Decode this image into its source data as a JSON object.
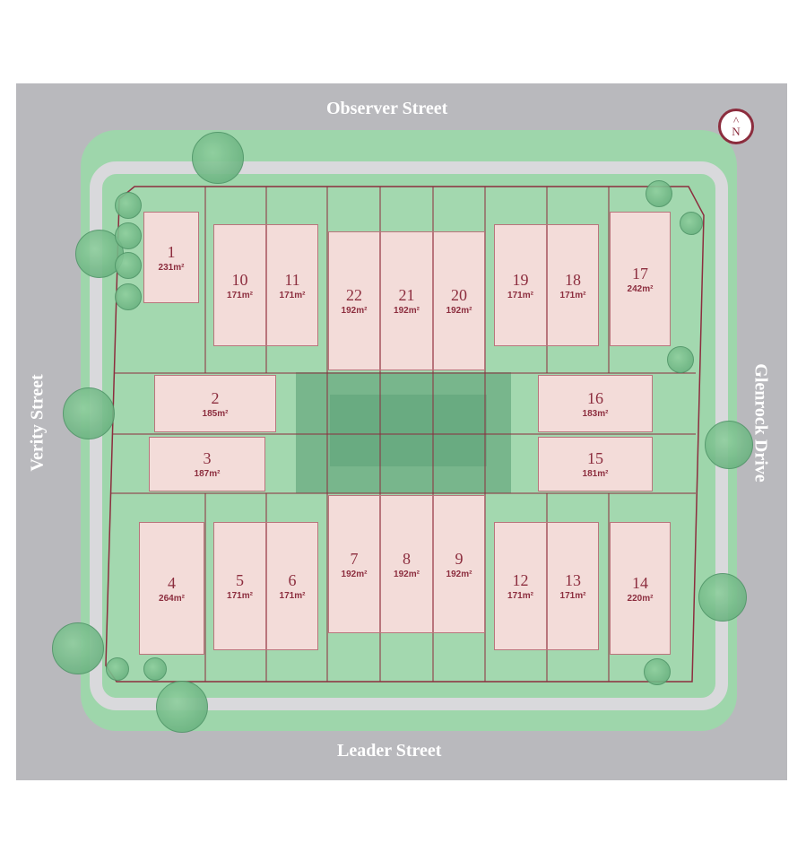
{
  "streets": {
    "north": "Observer Street",
    "south": "Leader Street",
    "west": "Verity Street",
    "east": "Glenrock Drive"
  },
  "compass": {
    "arrow": "^",
    "label": "N"
  },
  "lots": [
    {
      "number": "1",
      "area": "231m²"
    },
    {
      "number": "2",
      "area": "185m²"
    },
    {
      "number": "3",
      "area": "187m²"
    },
    {
      "number": "4",
      "area": "264m²"
    },
    {
      "number": "5",
      "area": "171m²"
    },
    {
      "number": "6",
      "area": "171m²"
    },
    {
      "number": "7",
      "area": "192m²"
    },
    {
      "number": "8",
      "area": "192m²"
    },
    {
      "number": "9",
      "area": "192m²"
    },
    {
      "number": "10",
      "area": "171m²"
    },
    {
      "number": "11",
      "area": "171m²"
    },
    {
      "number": "12",
      "area": "171m²"
    },
    {
      "number": "13",
      "area": "171m²"
    },
    {
      "number": "14",
      "area": "220m²"
    },
    {
      "number": "15",
      "area": "181m²"
    },
    {
      "number": "16",
      "area": "183m²"
    },
    {
      "number": "17",
      "area": "242m²"
    },
    {
      "number": "18",
      "area": "171m²"
    },
    {
      "number": "19",
      "area": "171m²"
    },
    {
      "number": "20",
      "area": "192m²"
    },
    {
      "number": "21",
      "area": "192m²"
    },
    {
      "number": "22",
      "area": "192m²"
    }
  ],
  "colors": {
    "lot": "#f3dcd9",
    "boundary": "#8c2d3e",
    "green": "#9ed6ab",
    "road": "#b9b9bd",
    "paving": "#d9d9dc",
    "dark_green": "#78b68c"
  }
}
